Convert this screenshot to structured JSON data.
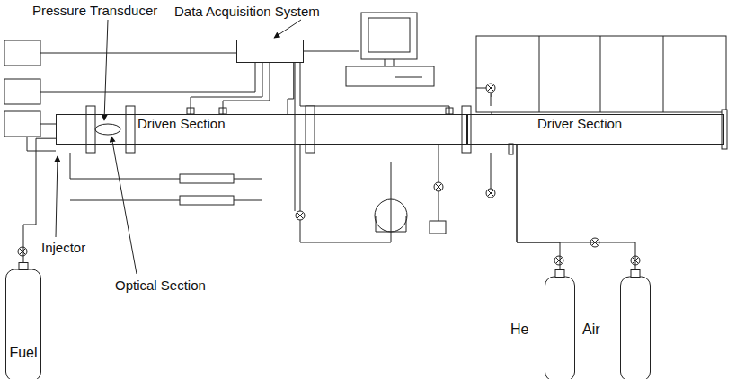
{
  "diagram": {
    "nodes": [
      {
        "text": [
          "Data Acquisition System"
        ]
      },
      {
        "text": [
          "Driven Section"
        ]
      },
      {
        "text": [
          "Driver Section"
        ]
      },
      {
        "text": [
          "Fuel"
        ]
      },
      {
        "text": [
          "He"
        ]
      },
      {
        "text": [
          "Air"
        ]
      }
    ],
    "edges": [
      {
        "from": 0,
        "to": 1,
        "arrow": "none"
      },
      {
        "from": 3,
        "to": 1,
        "arrow": "none"
      },
      {
        "from": 4,
        "to": 2,
        "arrow": "none"
      },
      {
        "from": 5,
        "to": 2,
        "arrow": "none"
      }
    ],
    "labels": [
      "Pressure Transducer",
      "Injector",
      "Optical Section"
    ]
  }
}
